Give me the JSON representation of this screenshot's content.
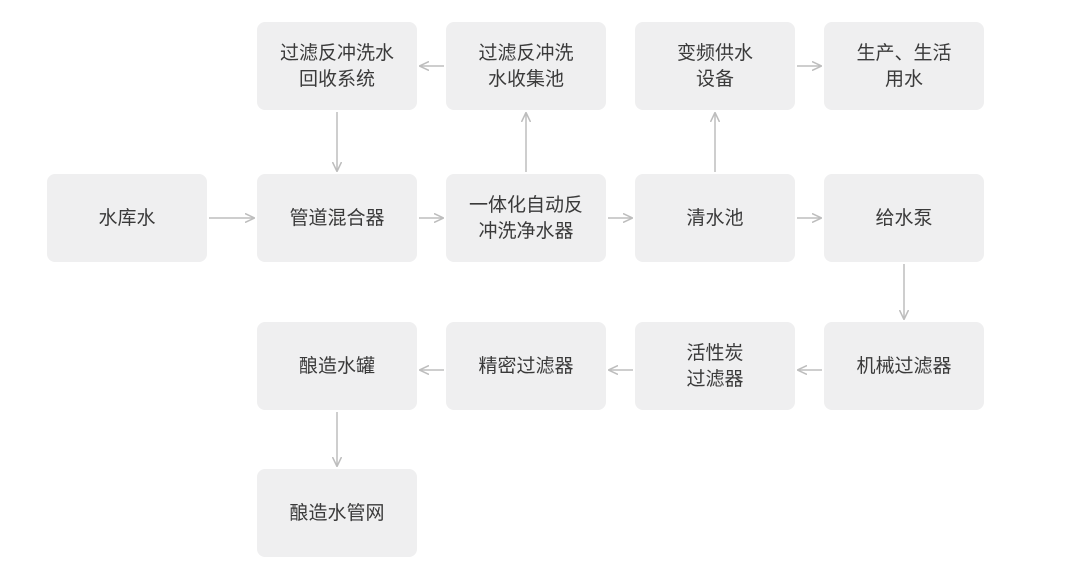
{
  "nodes": {
    "reservoir": "水库水",
    "pipe_mixer": "管道混合器",
    "integrated_purifier": "一体化自动反\n冲洗净水器",
    "clear_pool": "清水池",
    "supply_pump": "给水泵",
    "backwash_recovery": "过滤反冲洗水\n回收系统",
    "backwash_pool": "过滤反冲洗\n水收集池",
    "vf_supply": "变频供水\n设备",
    "production_water": "生产、生活\n用水",
    "mechanical_filter": "机械过滤器",
    "carbon_filter": "活性炭\n过滤器",
    "precision_filter": "精密过滤器",
    "brewing_tank": "酿造水罐",
    "brewing_network": "酿造水管网"
  },
  "colors": {
    "node_fill": "#efeff0",
    "node_text": "#3a3a3a",
    "arrow": "#bdbdbd"
  }
}
